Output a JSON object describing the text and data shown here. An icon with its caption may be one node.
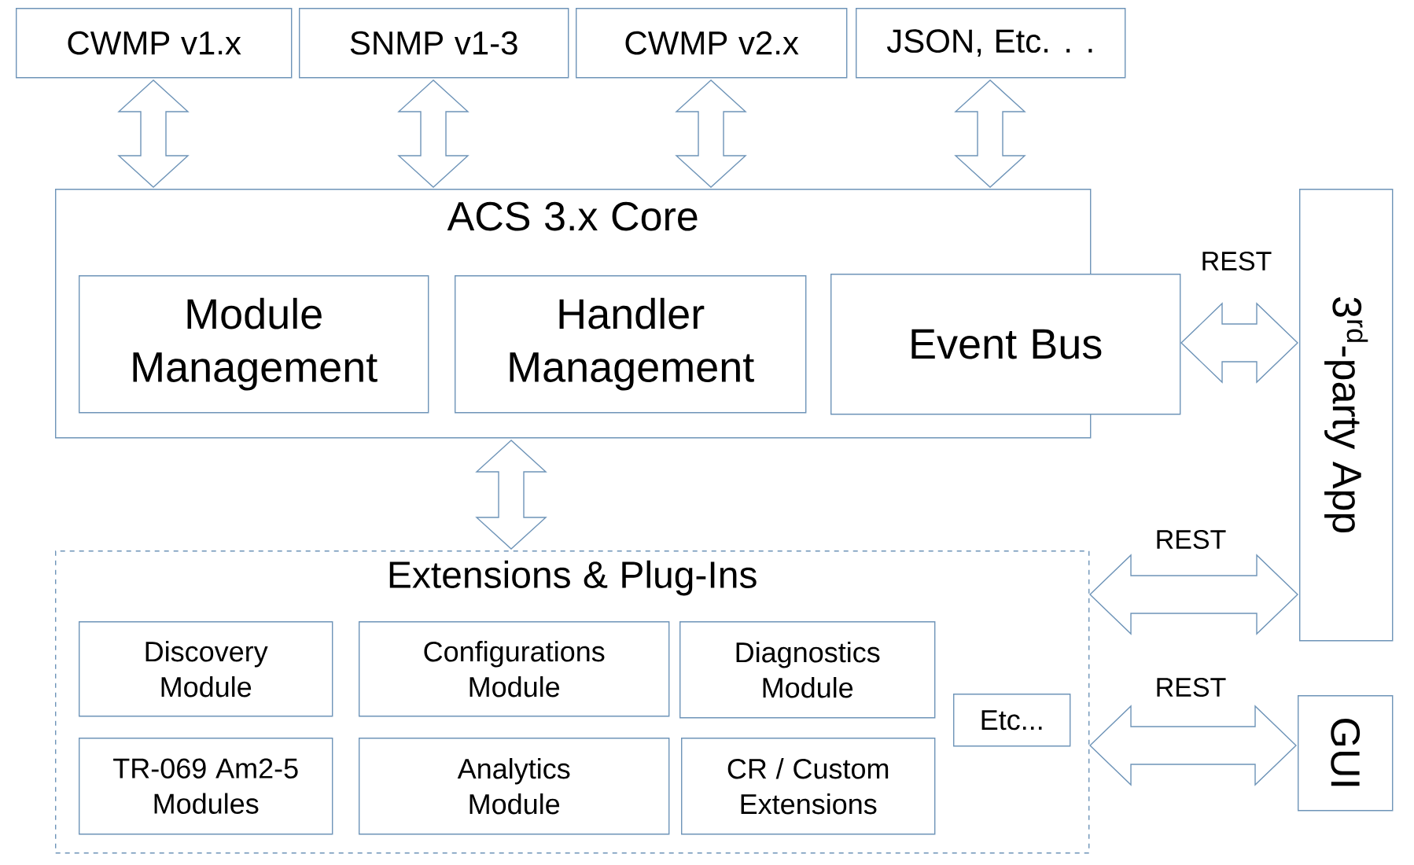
{
  "diagram": {
    "nodes": [
      {
        "text": [
          "CWMP v1.x"
        ]
      },
      {
        "text": [
          "SNMP v1-3"
        ]
      },
      {
        "text": [
          "CWMP v2.x"
        ]
      },
      {
        "text": [
          "JSON, Etc. . ."
        ]
      },
      {
        "text": [
          "ACS 3.x Core"
        ]
      },
      {
        "text": [
          "Module Management"
        ],
        "in": 4
      },
      {
        "text": [
          "Handler Management"
        ],
        "in": 4
      },
      {
        "text": [
          "Event Bus"
        ]
      },
      {
        "text": [
          "3$^{rd}$-party App"
        ]
      },
      {
        "text": [
          "Extensions & Plug-Ins"
        ]
      },
      {
        "text": [
          "Discovery Module"
        ],
        "in": 9
      },
      {
        "text": [
          "Configurations Module"
        ],
        "in": 9
      },
      {
        "text": [
          "Diagnostics Module"
        ],
        "in": 9
      },
      {
        "text": [
          "TR-069 Am2-5 Modules"
        ],
        "in": 9
      },
      {
        "text": [
          "Analytics Module"
        ],
        "in": 9
      },
      {
        "text": [
          "CR / Custom Extensions"
        ],
        "in": 9
      },
      {
        "text": [
          "Etc..."
        ],
        "in": 9
      },
      {
        "text": [
          "GUI"
        ]
      }
    ],
    "edges": [
      {
        "from": 0,
        "to": 4,
        "arrow": "both"
      },
      {
        "from": 1,
        "to": 4,
        "arrow": "both"
      },
      {
        "from": 2,
        "to": 4,
        "arrow": "both"
      },
      {
        "from": 3,
        "to": 4,
        "arrow": "both"
      },
      {
        "from": 4,
        "to": 9,
        "arrow": "both"
      },
      {
        "from": 7,
        "to": 8,
        "arrow": "both",
        "label": "REST"
      },
      {
        "from": 9,
        "to": 8,
        "arrow": "both",
        "label": "REST"
      },
      {
        "from": 9,
        "to": 17,
        "arrow": "both",
        "label": "REST"
      }
    ]
  }
}
